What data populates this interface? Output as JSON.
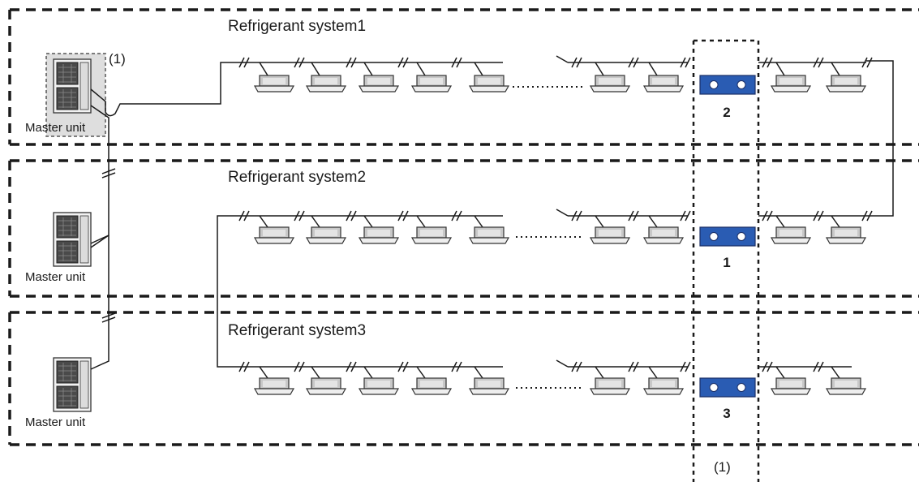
{
  "systems": [
    {
      "title": "Refrigerant system1",
      "master_label": "Master unit",
      "box_number": "2"
    },
    {
      "title": "Refrigerant system2",
      "master_label": "Master unit",
      "box_number": "1"
    },
    {
      "title": "Refrigerant system3",
      "master_label": "Master unit",
      "box_number": "3"
    }
  ],
  "annotations": {
    "master_highlight": "(1)",
    "switch_column": "(1)"
  },
  "icons": {
    "indoor_unit": "ceiling-cassette-indoor-unit-icon",
    "outdoor_unit": "outdoor-master-unit-icon",
    "switch_box": "switch-box-icon"
  },
  "colors": {
    "switch_box": "#2a5cb3",
    "line": "#1a1a1a",
    "unit_body": "#d4d4d4"
  }
}
